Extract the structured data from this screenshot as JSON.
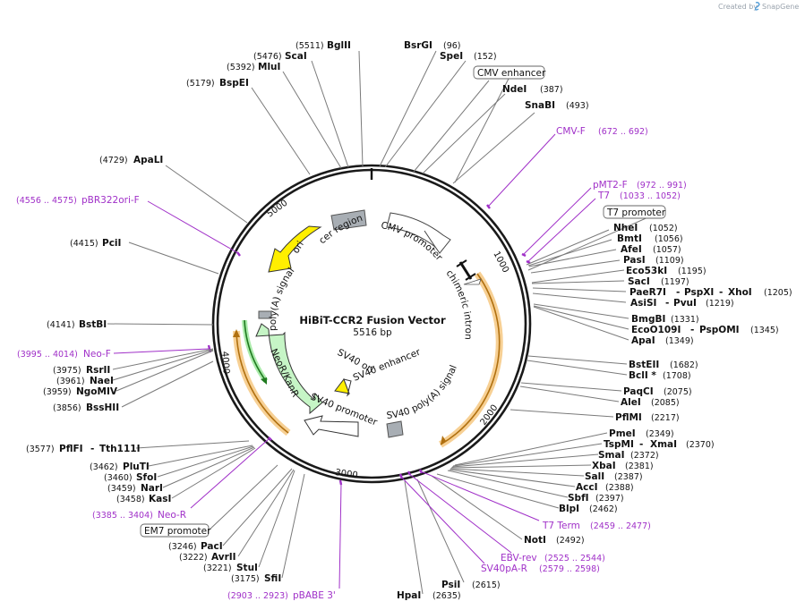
{
  "credit": {
    "prefix": "Created by",
    "brand": "SnapGene"
  },
  "map": {
    "name": "HiBiT-CCR2 Fusion Vector",
    "length": "5516 bp",
    "ticks": [
      "1000",
      "2000",
      "3000",
      "4000",
      "5000"
    ]
  },
  "sites": [
    {
      "name": "BglII",
      "pos": "(5511)"
    },
    {
      "name": "ScaI",
      "pos": "(5476)"
    },
    {
      "name": "MluI",
      "pos": "(5392)"
    },
    {
      "name": "BspEI",
      "pos": "(5179)"
    },
    {
      "name": "BsrGI",
      "pos": "(96)"
    },
    {
      "name": "SpeI",
      "pos": "(152)"
    },
    {
      "name": "NdeI",
      "pos": "(387)"
    },
    {
      "name": "SnaBI",
      "pos": "(493)"
    },
    {
      "name": "ApaLI",
      "pos": "(4729)"
    },
    {
      "name": "PciI",
      "pos": "(4415)"
    },
    {
      "name": "NheI",
      "pos": "(1052)"
    },
    {
      "name": "BmtI",
      "pos": "(1056)"
    },
    {
      "name": "AfeI",
      "pos": "(1057)"
    },
    {
      "name": "PasI",
      "pos": "(1109)"
    },
    {
      "name": "Eco53kI",
      "pos": "(1195)"
    },
    {
      "name": "SacI",
      "pos": "(1197)"
    },
    {
      "name": "PaeR7I",
      "pos": ""
    },
    {
      "name": "PspXI",
      "pos": ""
    },
    {
      "name": "XhoI",
      "pos": "(1205)"
    },
    {
      "name": "AsiSI",
      "pos": ""
    },
    {
      "name": "PvuI",
      "pos": "(1219)"
    },
    {
      "name": "BmgBI",
      "pos": "(1331)"
    },
    {
      "name": "EcoO109I",
      "pos": ""
    },
    {
      "name": "PspOMI",
      "pos": "(1345)"
    },
    {
      "name": "ApaI",
      "pos": "(1349)"
    },
    {
      "name": "BstBI",
      "pos": "(4141)"
    },
    {
      "name": "RsrII",
      "pos": "(3975)"
    },
    {
      "name": "NaeI",
      "pos": "(3961)"
    },
    {
      "name": "NgoMIV",
      "pos": "(3959)"
    },
    {
      "name": "BssHII",
      "pos": "(3856)"
    },
    {
      "name": "BstEII",
      "pos": "(1682)"
    },
    {
      "name": "BclI *",
      "pos": "(1708)"
    },
    {
      "name": "PaqCI",
      "pos": "(2075)"
    },
    {
      "name": "AleI",
      "pos": "(2085)"
    },
    {
      "name": "PflMI",
      "pos": "(2217)"
    },
    {
      "name": "PmeI",
      "pos": "(2349)"
    },
    {
      "name": "TspMI",
      "pos": ""
    },
    {
      "name": "XmaI",
      "pos": "(2370)"
    },
    {
      "name": "SmaI",
      "pos": "(2372)"
    },
    {
      "name": "XbaI",
      "pos": "(2381)"
    },
    {
      "name": "SalI",
      "pos": "(2387)"
    },
    {
      "name": "AccI",
      "pos": "(2388)"
    },
    {
      "name": "SbfI",
      "pos": "(2397)"
    },
    {
      "name": "BlpI",
      "pos": "(2462)"
    },
    {
      "name": "PflFI",
      "pos": "(3577)"
    },
    {
      "name": "Tth111I",
      "pos": ""
    },
    {
      "name": "PluTI",
      "pos": "(3462)"
    },
    {
      "name": "SfoI",
      "pos": "(3460)"
    },
    {
      "name": "NarI",
      "pos": "(3459)"
    },
    {
      "name": "KasI",
      "pos": "(3458)"
    },
    {
      "name": "PacI",
      "pos": "(3246)"
    },
    {
      "name": "AvrII",
      "pos": "(3222)"
    },
    {
      "name": "StuI",
      "pos": "(3221)"
    },
    {
      "name": "SfiI",
      "pos": "(3175)"
    },
    {
      "name": "NotI",
      "pos": "(2492)"
    },
    {
      "name": "PsiI",
      "pos": "(2615)"
    },
    {
      "name": "HpaI",
      "pos": "(2635)"
    }
  ],
  "primers": [
    {
      "name": "CMV-F",
      "range": "(672 .. 692)"
    },
    {
      "name": "pMT2-F",
      "range": "(972 .. 991)"
    },
    {
      "name": "T7",
      "range": "(1033 .. 1052)"
    },
    {
      "name": "pBR322ori-F",
      "range": "(4556 .. 4575)"
    },
    {
      "name": "Neo-F",
      "range": "(3995 .. 4014)"
    },
    {
      "name": "Neo-R",
      "range": "(3385 .. 3404)"
    },
    {
      "name": "T7 Term",
      "range": "(2459 .. 2477)"
    },
    {
      "name": "EBV-rev",
      "range": "(2525 .. 2544)"
    },
    {
      "name": "SV40pA-R",
      "range": "(2579 .. 2598)"
    },
    {
      "name": "pBABE 3'",
      "range": "(2903 .. 2923)"
    }
  ],
  "boxed_features": [
    "CMV enhancer",
    "T7 promoter",
    "EM7 promoter"
  ],
  "features": {
    "cer_region": "cer region",
    "cmv_promoter": "CMV promoter",
    "chimeric_intron": "chimeric intron",
    "ori": "ori",
    "polya_signal": "poly(A) signal",
    "neo_kan": "NeoR/KanR",
    "sv40_ori": "SV40 ori",
    "sv40_enhancer": "SV40 enhancer",
    "sv40_promoter": "SV40 promoter",
    "sv40_polya": "SV40 poly(A) signal"
  },
  "colors": {
    "backbone": "#1a1a1a",
    "primer": "#a030c8",
    "orf": "#f0a830",
    "ori_fill": "#ffef00",
    "neo_fill": "#c6f5c6",
    "grey_box": "#a8aeb4",
    "sv40ori_fill": "#ffef00"
  }
}
